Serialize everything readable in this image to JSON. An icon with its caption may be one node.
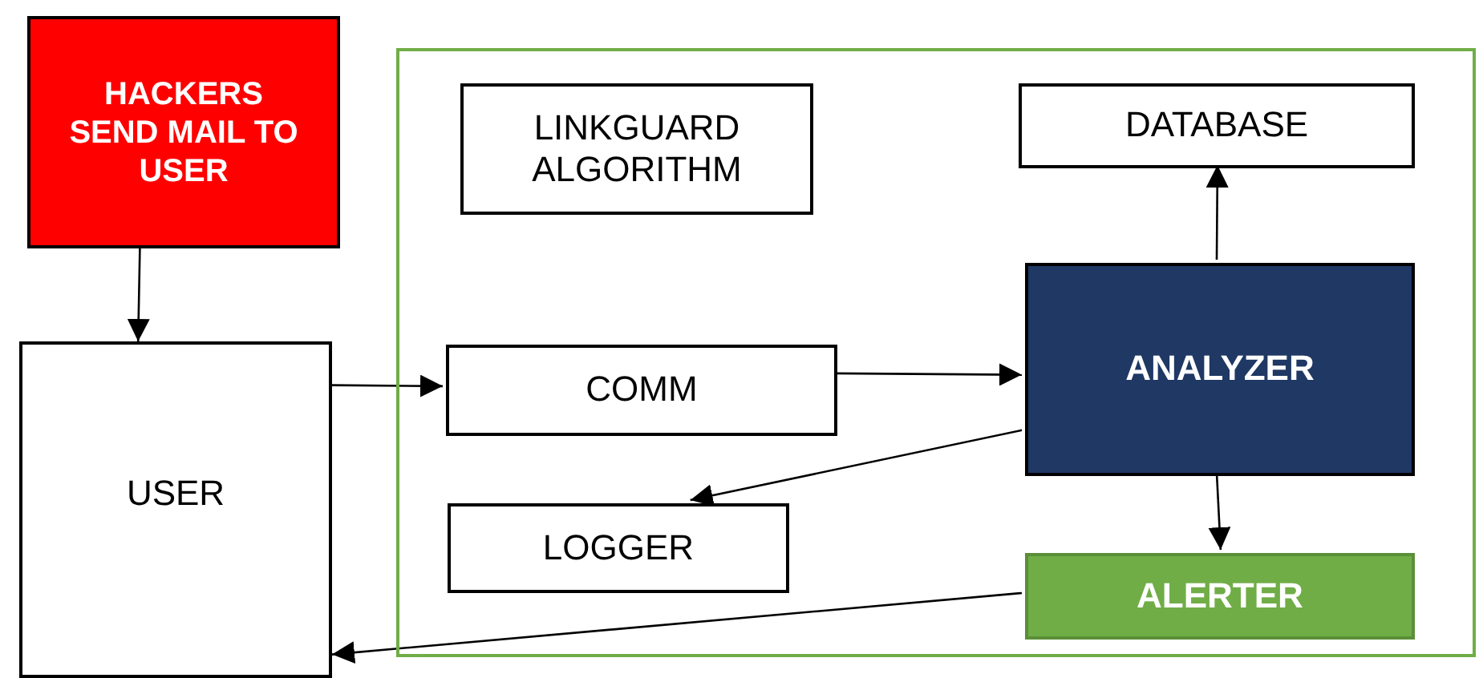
{
  "diagram": {
    "nodes": [
      {
        "text": [
          "HACKERS SEND MAIL TO USER"
        ]
      },
      {
        "text": [
          "USER"
        ]
      },
      {
        "text": [],
        "shape": "box"
      },
      {
        "text": [
          "LINKGUARD ALGORITHM"
        ],
        "in": 2
      },
      {
        "text": [
          "DATABASE"
        ],
        "in": 2
      },
      {
        "text": [
          "COMM"
        ],
        "in": 2
      },
      {
        "text": [
          "ANALYZER"
        ],
        "in": 2
      },
      {
        "text": [
          "LOGGER"
        ],
        "in": 2
      },
      {
        "text": [
          "ALERTER"
        ],
        "in": 2
      }
    ],
    "edges": [
      {
        "from": 0,
        "to": 1,
        "arrow": "to"
      },
      {
        "from": 1,
        "to": 5,
        "arrow": "to"
      },
      {
        "from": 5,
        "to": 6,
        "arrow": "to"
      },
      {
        "from": 6,
        "to": 4,
        "arrow": "to"
      },
      {
        "from": 6,
        "to": 7,
        "arrow": "to"
      },
      {
        "from": 6,
        "to": 8,
        "arrow": "to"
      },
      {
        "from": 8,
        "to": 1,
        "arrow": "to"
      }
    ]
  }
}
